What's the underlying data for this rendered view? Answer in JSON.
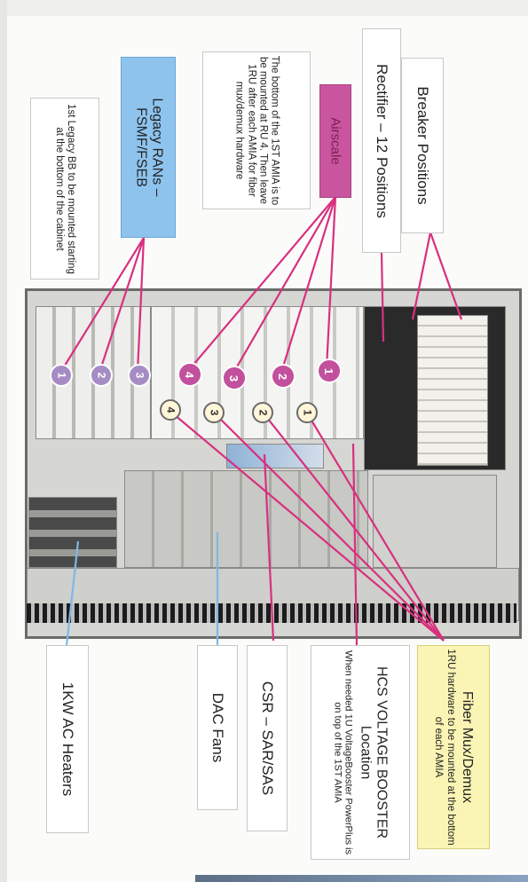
{
  "labels": {
    "breaker_positions": "Breaker Positions",
    "rectifier": "Rectifier – 12 Positions",
    "airscale": "Airscale",
    "amia_note": "The bottom of the 1ST AMIA is to be mounted at RU 4. Then leave 1RU after each AMIA for fiber mux/demux hardware",
    "legacy_rans": "Legacy RANs –FSMF/FSEB",
    "legacy_bb_note": "1st Legacy BB to be mounted starting at the bottom of the cabinet",
    "fiber_mux_title": "Fiber Mux/Demux",
    "fiber_mux_note": "1RU hardware to be mounted at the bottom of each AMIA",
    "hcs_title": "HCS VOLTAGE BOOSTER Location",
    "hcs_note": "When needed 1U VoltageBooster PowerPlus is on top of the 1ST AMIA",
    "csr": "CSR – SAR/SAS",
    "dac_fans": "DAC Fans",
    "ac_heaters": "1KW AC Heaters"
  },
  "markers": {
    "airscale": [
      "1",
      "2",
      "3",
      "4"
    ],
    "mux": [
      "1",
      "2",
      "3",
      "4"
    ],
    "legacy": [
      "1",
      "2",
      "3"
    ]
  },
  "colors": {
    "airscale_box": "#c9559f",
    "legacy_box": "#8ec3ee",
    "fiber_box": "#fbf5b5",
    "pink_line": "#d8307f",
    "blue_line": "#7fb8e8",
    "marker_fill": "#c2509d",
    "mux_marker_fill": "#fff5d8"
  }
}
